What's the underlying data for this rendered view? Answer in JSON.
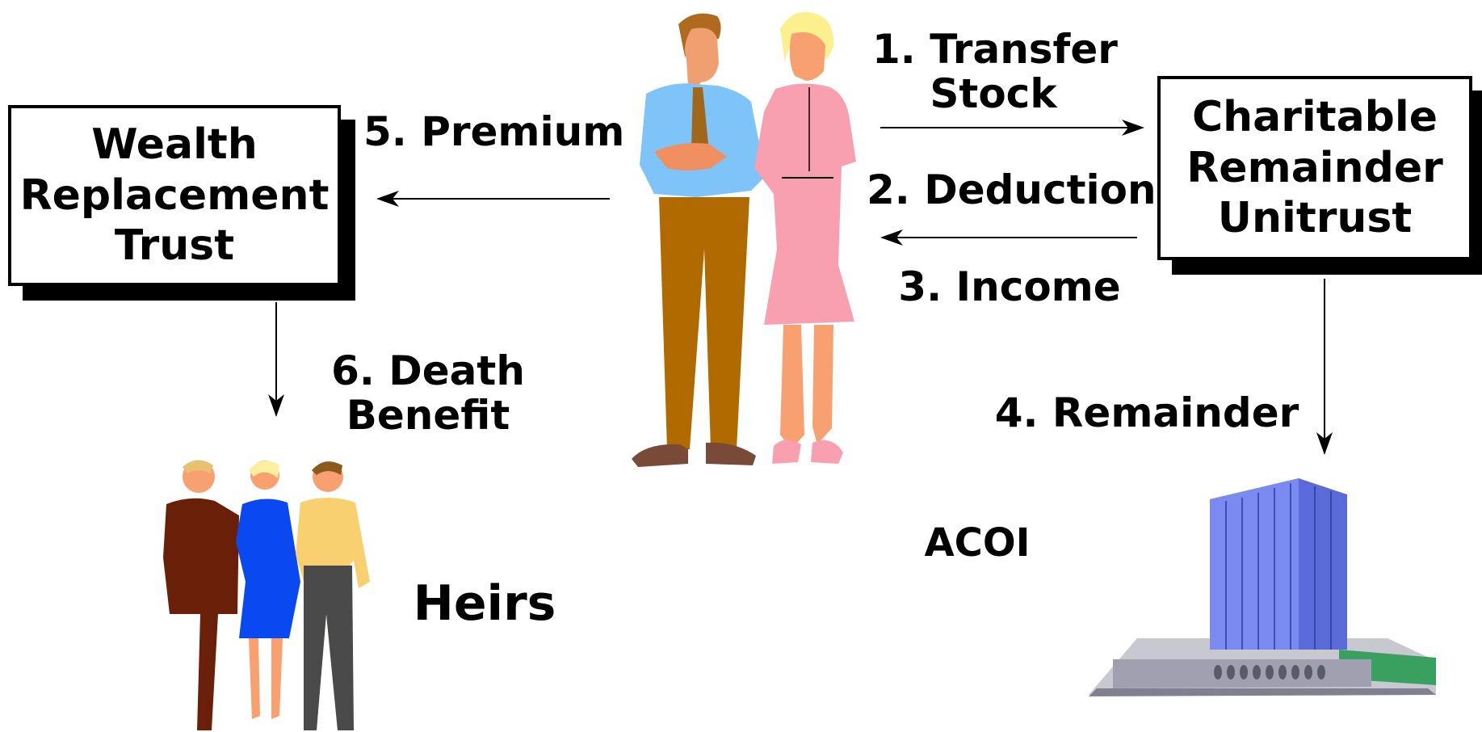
{
  "boxes": {
    "wealth_trust": [
      "Wealth",
      "Replacement",
      "Trust"
    ],
    "crut": [
      "Charitable",
      "Remainder",
      "Unitrust"
    ]
  },
  "flows": {
    "transfer_stock": [
      "1. Transfer",
      "Stock"
    ],
    "deduction": "2. Deduction",
    "income": "3. Income",
    "remainder": "4. Remainder",
    "premium": "5. Premium",
    "death_benefit": [
      "6. Death",
      "Benefit"
    ]
  },
  "entities": {
    "heirs": "Heirs",
    "charity": "ACOI"
  },
  "icons": [
    "couple-clipart-icon",
    "heirs-clipart-icon",
    "building-clipart-icon"
  ]
}
